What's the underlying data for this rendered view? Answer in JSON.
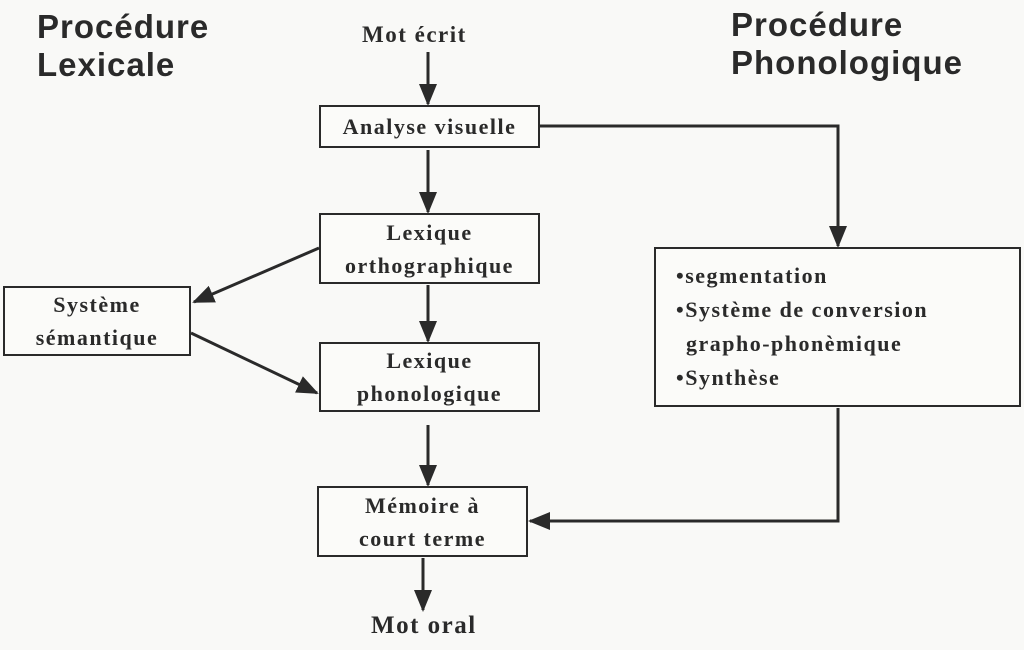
{
  "titles": {
    "left": [
      "Procédure",
      "Lexicale"
    ],
    "right": [
      "Procédure",
      "Phonologique"
    ]
  },
  "input_label": "Mot écrit",
  "output_label": "Mot oral",
  "boxes": {
    "analyse": [
      "Analyse visuelle"
    ],
    "lex_ortho": [
      "Lexique",
      "orthographique"
    ],
    "semantique": [
      "Système",
      "sémantique"
    ],
    "lex_phono": [
      "Lexique",
      "phonologique"
    ],
    "memoire": [
      "Mémoire à",
      "court terme"
    ],
    "phonologique": [
      "•segmentation",
      "•Système de conversion",
      " grapho-phonèmique",
      "•Synthèse"
    ]
  }
}
